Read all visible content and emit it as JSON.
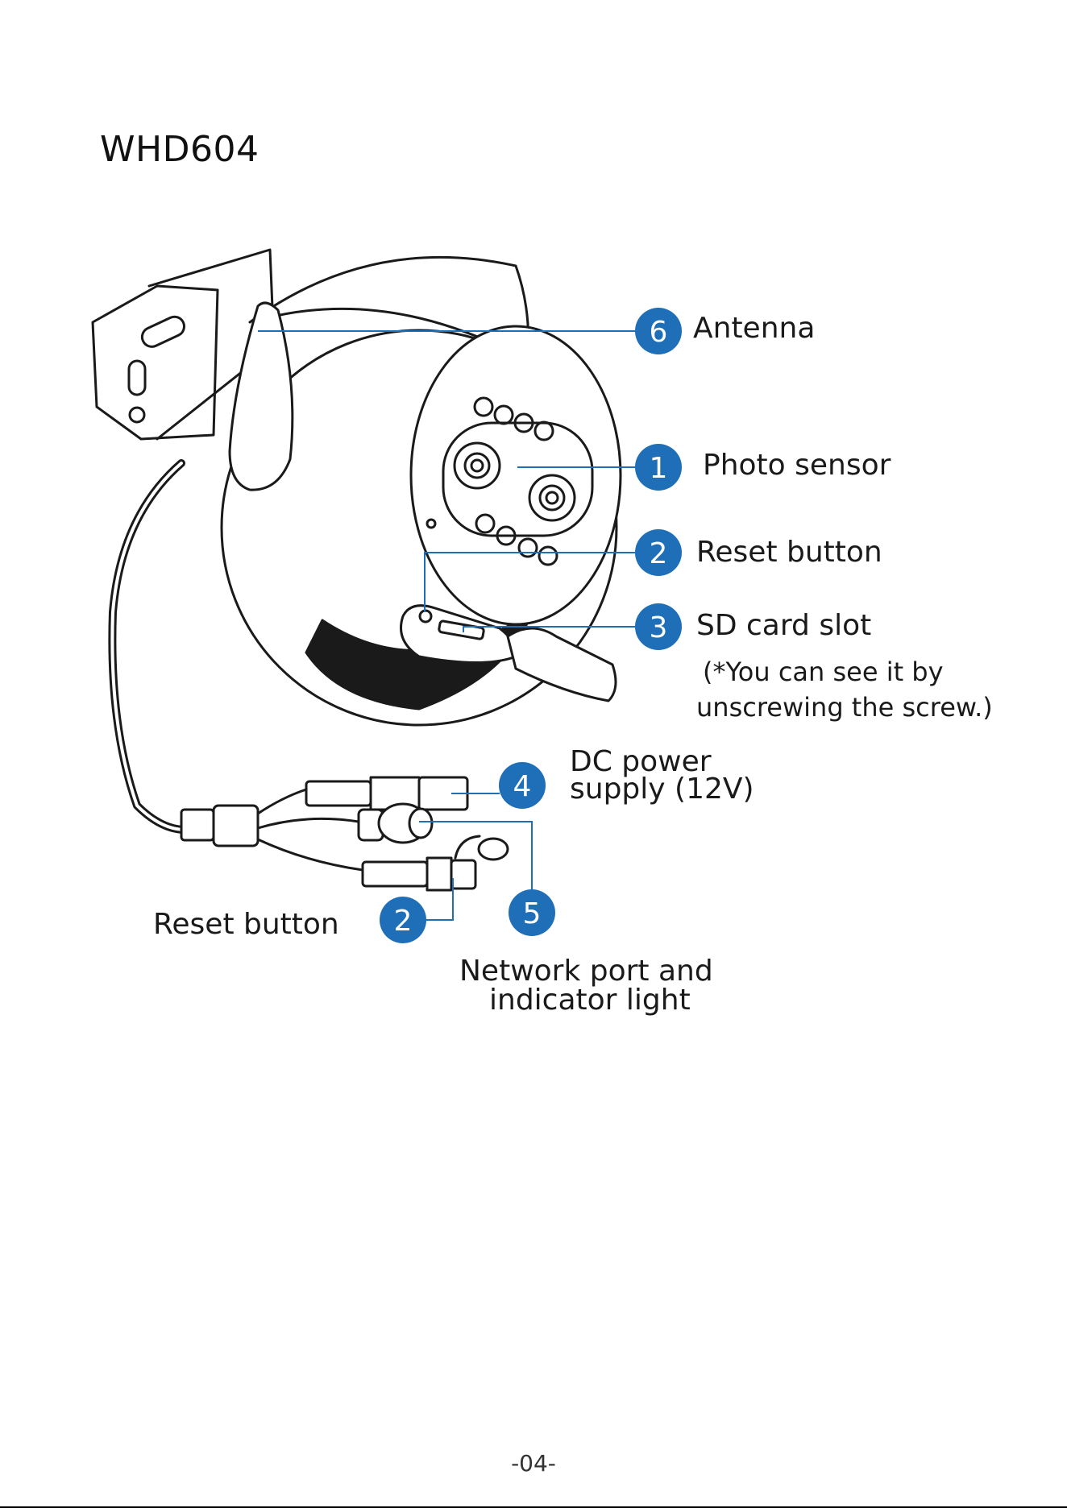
{
  "title": "WHD604",
  "colors": {
    "accent": "#1f6fb8",
    "line": "#1a1a1a"
  },
  "callouts": [
    {
      "number": "6",
      "label": "Antenna"
    },
    {
      "number": "1",
      "label": "Photo sensor"
    },
    {
      "number": "2",
      "label": "Reset button"
    },
    {
      "number": "3",
      "label": "SD card slot"
    },
    {
      "number": "4",
      "label": "DC power supply (12V)"
    },
    {
      "number": "5",
      "label": "Network port and indicator light"
    },
    {
      "number": "2",
      "label": "Reset button"
    }
  ],
  "sd_note": [
    "(*You can see it by",
    "unscrewing the screw.)"
  ],
  "dc_label_lines": [
    "DC power",
    "supply (12V)"
  ],
  "network_label_lines": [
    "Network port and",
    "indicator light"
  ],
  "page_number": "-04-"
}
